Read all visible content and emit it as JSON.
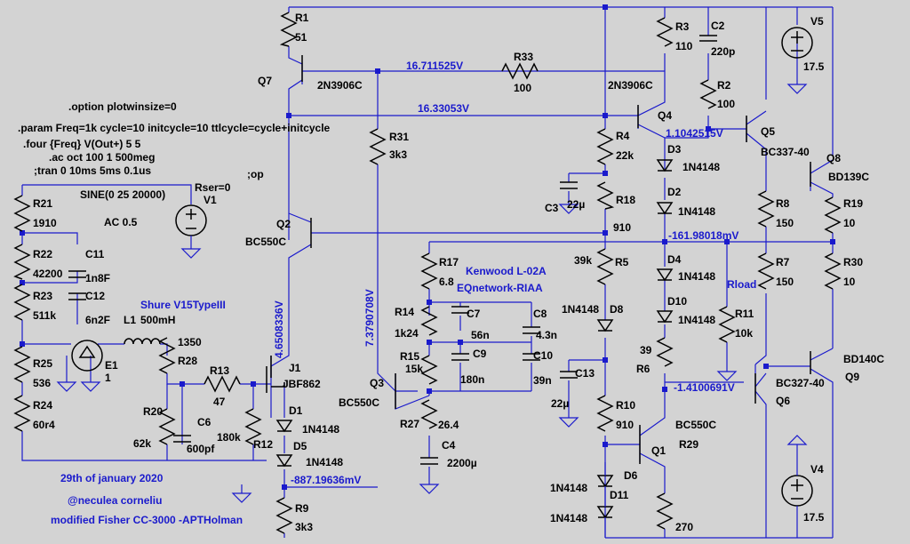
{
  "directives": {
    "plotwinsize": ".option plotwinsize=0",
    "param": ".param Freq=1k cycle=10 initcycle=10 ttlcycle=cycle+initcycle",
    "four": ".four {Freq} V(Out+) 5 5",
    "ac": ".ac oct 100 1 500meg",
    "tran": ";tran 0 10ms 5ms 0.1us",
    "op": ";op"
  },
  "notes": {
    "date": "29th of january 2020",
    "author": "@neculea corneliu",
    "title": "modified Fisher CC-3000 -APTHolman",
    "cartridge": "Shure V15TypeIII",
    "eq_model": "Kenwood L-02A",
    "eq_name": "EQnetwork-RIAA"
  },
  "nodes": {
    "n1": "16.711525V",
    "n2": "16.33053V",
    "n3": "1.1042515V",
    "n4": "-161.98018mV",
    "n5": "-1.4100691V",
    "n6": "-887.19636mV",
    "n7": "4.6508336V",
    "n8": "7.3790708V"
  },
  "components": {
    "R1": [
      "R1",
      "51"
    ],
    "R3": [
      "R3",
      "110"
    ],
    "C2": [
      "C2",
      "220p"
    ],
    "R2": [
      "R2",
      "100"
    ],
    "R33": [
      "R33",
      "100"
    ],
    "R4": [
      "R4",
      "22k"
    ],
    "R18": [
      "R18",
      "910"
    ],
    "C3": [
      "C3",
      "22µ"
    ],
    "R31": [
      "R31",
      "3k3"
    ],
    "R5": [
      "R5",
      "39k"
    ],
    "R17": [
      "R17",
      "6.8"
    ],
    "R14": [
      "R14",
      "1k24"
    ],
    "R15": [
      "R15",
      "15k"
    ],
    "R27": [
      "R27",
      "26.4"
    ],
    "C4": [
      "C4",
      "2200µ"
    ],
    "C7": [
      "C7",
      "56n"
    ],
    "C8": [
      "C8",
      "4.3n"
    ],
    "C9": [
      "C9",
      "180n"
    ],
    "C10": [
      "C10",
      "39n"
    ],
    "C13": [
      "C13",
      "22µ"
    ],
    "R10": [
      "R10",
      "910"
    ],
    "R6": [
      "R6",
      "39"
    ],
    "R11": [
      "R11",
      "10k"
    ],
    "R8": [
      "R8",
      "150"
    ],
    "R7": [
      "R7",
      "150"
    ],
    "R19": [
      "R19",
      "10"
    ],
    "R30": [
      "R30",
      "10"
    ],
    "R29": [
      "R29",
      ""
    ],
    "R21": [
      "R21",
      "1910"
    ],
    "R22": [
      "R22",
      "42200"
    ],
    "R23": [
      "R23",
      "511k"
    ],
    "C11": [
      "C11",
      "1n8F"
    ],
    "C12": [
      "C12",
      "6n2F"
    ],
    "R25": [
      "R25",
      "536"
    ],
    "R24": [
      "R24",
      "60r4"
    ],
    "L1": [
      "L1",
      "500mH"
    ],
    "R28": [
      "R28",
      "1350"
    ],
    "R13": [
      "R13",
      "47"
    ],
    "R20": [
      "R20",
      "62k"
    ],
    "C6": [
      "C6",
      "600pf"
    ],
    "R12": [
      "R12",
      "180k"
    ],
    "R9": [
      "R9",
      "3k3"
    ],
    "E1": [
      "E1",
      "1"
    ],
    "Rser": [
      "Rser=0",
      ""
    ]
  },
  "sources": {
    "V1": {
      "name": "V1",
      "sine": "SINE(0 25 20000)",
      "ac": "AC 0.5"
    },
    "V5": {
      "name": "V5",
      "value": "17.5"
    },
    "V4": {
      "name": "V4",
      "value": "17.5"
    }
  },
  "transistors": {
    "Q7": [
      "Q7",
      "2N3906C"
    ],
    "Q4": [
      "Q4",
      "2N3906C"
    ],
    "Q5": [
      "Q5",
      "BC337-40"
    ],
    "Q8": [
      "Q8",
      "BD139C"
    ],
    "Q2": [
      "Q2",
      "BC550C"
    ],
    "Q3": [
      "Q3",
      "BC550C"
    ],
    "J1": [
      "J1",
      "JBF862"
    ],
    "Q1": [
      "Q1",
      "BC550C"
    ],
    "Q6": [
      "Q6",
      "BC327-40"
    ],
    "Q9": [
      "Q9",
      "BD140C"
    ]
  },
  "diodes": {
    "D3": [
      "D3",
      "1N4148"
    ],
    "D2": [
      "D2",
      "1N4148"
    ],
    "D4": [
      "D4",
      "1N4148"
    ],
    "D10": [
      "D10",
      "1N4148"
    ],
    "D8": [
      "D8",
      "1N4148"
    ],
    "D1": [
      "D1",
      "1N4148"
    ],
    "D5": [
      "D5",
      "1N4148"
    ],
    "D6": [
      "D6",
      "1N4148"
    ],
    "D11": [
      "D11",
      "1N4148"
    ]
  },
  "load": "Rload"
}
